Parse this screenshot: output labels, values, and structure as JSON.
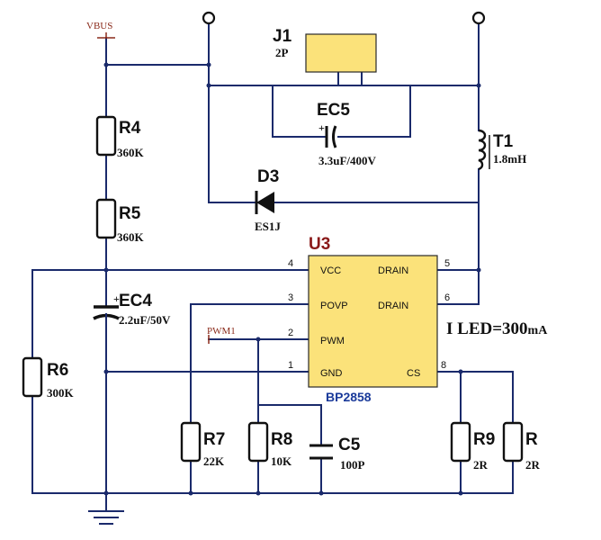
{
  "nets": {
    "vbus": "VBUS",
    "pwm": "PWM1"
  },
  "components": {
    "j1": {
      "ref": "J1",
      "value": "2P"
    },
    "ec5": {
      "ref": "EC5",
      "value": "3.3uF/400V"
    },
    "t1": {
      "ref": "T1",
      "value": "1.8mH"
    },
    "d3": {
      "ref": "D3",
      "value": "ES1J"
    },
    "r4": {
      "ref": "R4",
      "value": "360K"
    },
    "r5": {
      "ref": "R5",
      "value": "360K"
    },
    "ec4": {
      "ref": "EC4",
      "value": "2.2uF/50V"
    },
    "r6": {
      "ref": "R6",
      "value": "300K"
    },
    "r7": {
      "ref": "R7",
      "value": "22K"
    },
    "r8": {
      "ref": "R8",
      "value": "10K"
    },
    "c5": {
      "ref": "C5",
      "value": "100P"
    },
    "r9": {
      "ref": "R9",
      "value": "2R"
    },
    "r10": {
      "ref": "R",
      "value": "2R"
    }
  },
  "u3": {
    "ref": "U3",
    "part": "BP2858",
    "pins": [
      {
        "num": "4",
        "name": "VCC"
      },
      {
        "num": "3",
        "name": "POVP"
      },
      {
        "num": "2",
        "name": "PWM"
      },
      {
        "num": "1",
        "name": "GND"
      },
      {
        "num": "5",
        "name": "DRAIN"
      },
      {
        "num": "6",
        "name": "DRAIN"
      },
      {
        "num": "8",
        "name": "CS"
      }
    ]
  },
  "annotation": {
    "main": "I LED=300",
    "unit": "mA"
  }
}
